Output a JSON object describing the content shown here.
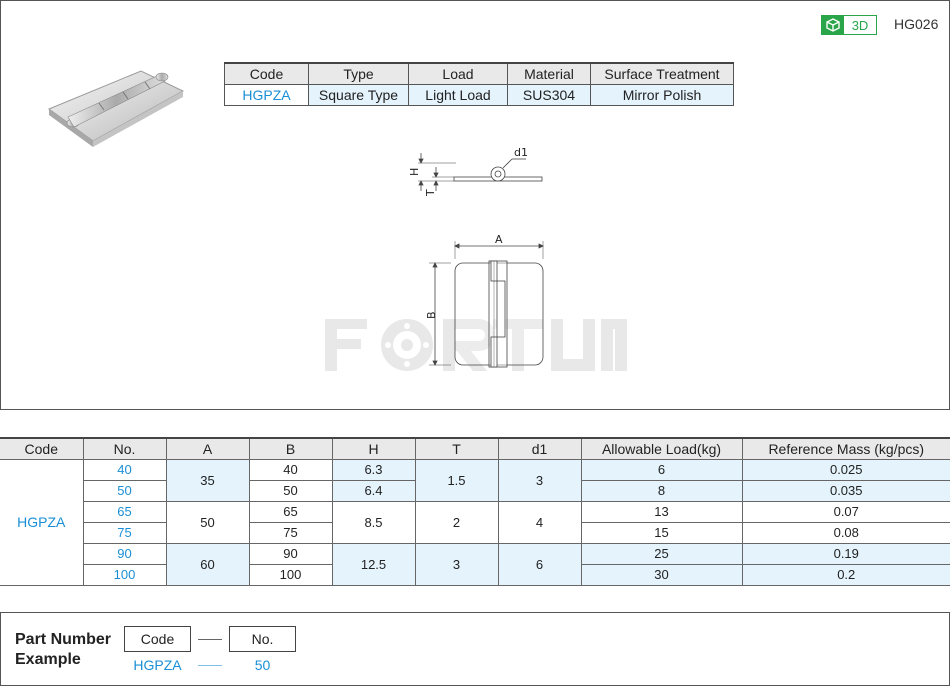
{
  "header": {
    "badge_label": "3D",
    "product_code": "HG026",
    "badge_color": "#2aa54a"
  },
  "info_table": {
    "headers": [
      "Code",
      "Type",
      "Load",
      "Material",
      "Surface Treatment"
    ],
    "values": [
      "HGPZA",
      "Square Type",
      "Light Load",
      "SUS304",
      "Mirror Polish"
    ]
  },
  "drawing": {
    "side_labels": {
      "d1": "d1",
      "h": "H",
      "t": "T"
    },
    "front_labels": {
      "a": "A",
      "b": "B"
    },
    "watermark": "FORTUN"
  },
  "data_table": {
    "headers": [
      "Code",
      "No.",
      "A",
      "B",
      "H",
      "T",
      "d1",
      "Allowable Load(kg)",
      "Reference Mass (kg/pcs)"
    ],
    "code": "HGPZA",
    "groups": [
      {
        "a": "35",
        "h_rows": [
          {
            "h": "6.3"
          },
          {
            "h": "6.4"
          }
        ],
        "t": "1.5",
        "d1": "3",
        "rows": [
          {
            "no": "40",
            "b": "40",
            "load": "6",
            "mass": "0.025"
          },
          {
            "no": "50",
            "b": "50",
            "load": "8",
            "mass": "0.035"
          }
        ]
      },
      {
        "a": "50",
        "h": "8.5",
        "t": "2",
        "d1": "4",
        "rows": [
          {
            "no": "65",
            "b": "65",
            "load": "13",
            "mass": "0.07"
          },
          {
            "no": "75",
            "b": "75",
            "load": "15",
            "mass": "0.08"
          }
        ]
      },
      {
        "a": "60",
        "h": "12.5",
        "t": "3",
        "d1": "6",
        "rows": [
          {
            "no": "90",
            "b": "90",
            "load": "25",
            "mass": "0.19"
          },
          {
            "no": "100",
            "b": "100",
            "load": "30",
            "mass": "0.2"
          }
        ]
      }
    ]
  },
  "part_number_example": {
    "label_line1": "Part Number",
    "label_line2": "Example",
    "code_header": "Code",
    "no_header": "No.",
    "code_value": "HGPZA",
    "no_value": "50"
  }
}
